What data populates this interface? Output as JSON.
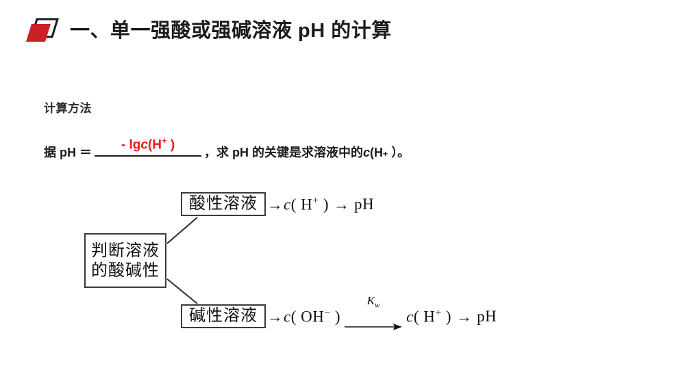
{
  "slide": {
    "background_color": "#ffffff",
    "accent_red": "#cc2027",
    "answer_red": "#e81b14"
  },
  "header": {
    "marker_icon": "parallelogram-marker-icon",
    "title": "一、单一强酸或强碱溶液 pH 的计算"
  },
  "body": {
    "method_label": "计算方法",
    "formula": {
      "prefix": "据 pH ＝",
      "blank_answer_parts": {
        "minus": "-",
        "lg": "lg",
        "c": "c",
        "open_paren": "(H",
        "charge": "+",
        "close_paren": ")"
      },
      "blank_answer_full": "- lgc(H + )",
      "suffix_before_c": "，求 pH 的关键是求溶液中的",
      "suffix_c": "c",
      "suffix_h": "(H",
      "suffix_charge": "+",
      "suffix_close": "）。"
    }
  },
  "diagram": {
    "nodes": {
      "decide_line1": "判断溶液",
      "decide_line2": "的酸碱性",
      "acidic": "酸性溶液",
      "basic": "碱性溶液"
    },
    "acid_chain": {
      "arrow1": "→",
      "term1_c": "c",
      "term1_open": "( H",
      "term1_charge": "+",
      "term1_close": ")",
      "arrow2": "→",
      "result": "pH"
    },
    "base_chain": {
      "arrow1": "→",
      "term1_c": "c",
      "term1_open": "( OH",
      "term1_charge": "−",
      "term1_close": ")",
      "kw_label_main": "K",
      "kw_label_sub": "w",
      "term2_c": "c",
      "term2_open": "( H",
      "term2_charge": "+",
      "term2_close": ")",
      "arrow3": "→",
      "result": "pH"
    }
  }
}
